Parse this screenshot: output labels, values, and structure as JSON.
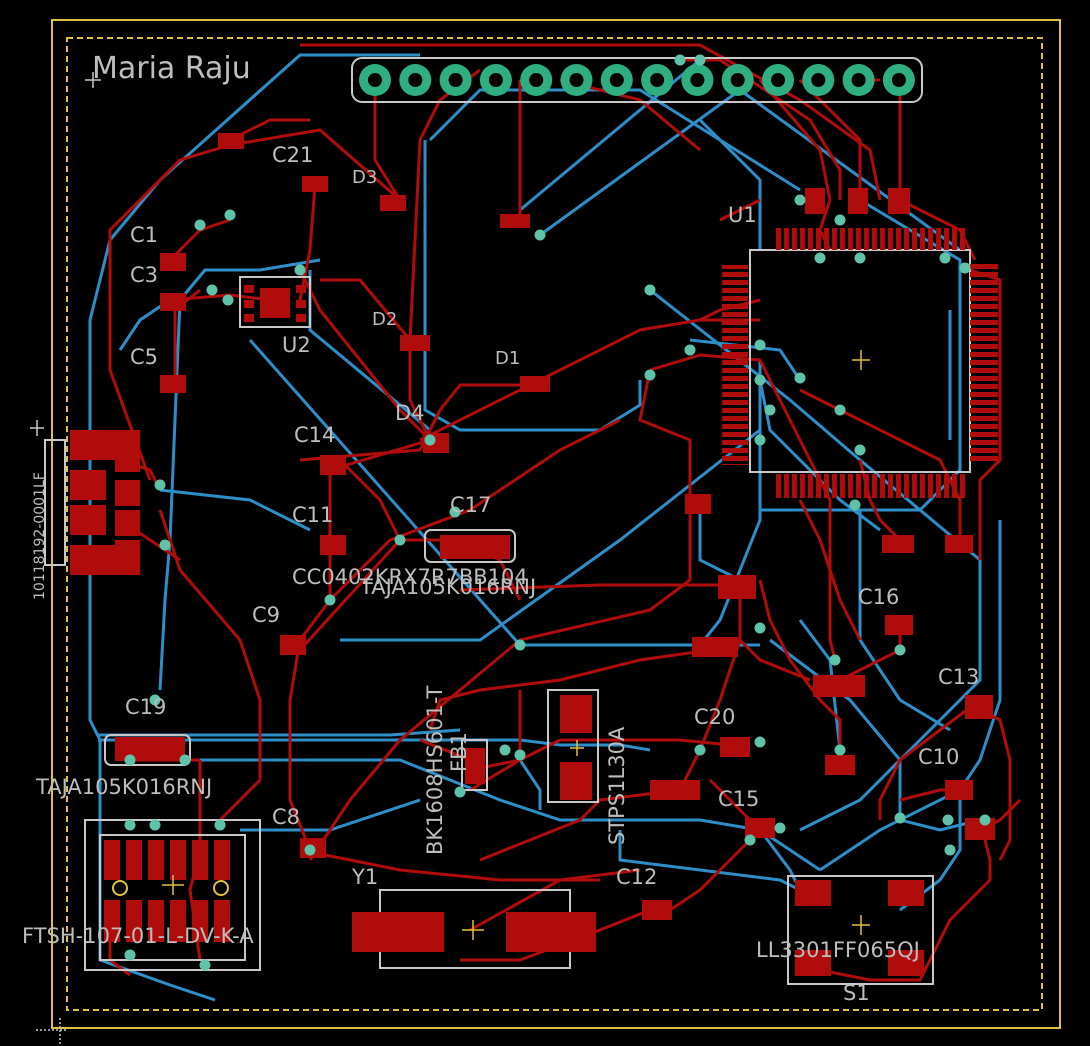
{
  "colors": {
    "background": "#000000",
    "board_outline": "#e0c040",
    "top_copper": "#b00c0c",
    "bottom_copper": "#2e8fc8",
    "via": "#5ec3a8",
    "silk": "#c8c8c8",
    "pad": "#b00c0c",
    "label": "#bdbdbd"
  },
  "board": {
    "title": "Maria Raju"
  },
  "labels": {
    "c21": "C21",
    "c1": "C1",
    "c3": "C3",
    "c5": "C5",
    "c14": "C14",
    "c11": "C11",
    "c9": "C9",
    "c19": "C19",
    "c8": "C8",
    "c17": "C17",
    "c16": "C16",
    "c13": "C13",
    "c10": "C10",
    "c20": "C20",
    "c15": "C15",
    "c12": "C12",
    "d1": "D1",
    "d2": "D2",
    "d3": "D3",
    "u1": "U1",
    "u2": "U2",
    "y1": "Y1",
    "s1": "S1",
    "mpn_cc0402": "CC0402KRX7R7BB104",
    "mpn_taja_right": "TAJA105K016RNJ",
    "mpn_taja_left": "TAJA105K016RNJ",
    "mpn_bk1608": "BK1608HS601-T",
    "mpn_ftsh": "FTSH-107-01-L-DV-K-A",
    "mpn_ll3301": "LL3301FF065QJ",
    "mpn_stps": "STPS1L30A",
    "mpn_side": "10118192-0001LF",
    "fb1": "FB1",
    "d4": "D4"
  }
}
